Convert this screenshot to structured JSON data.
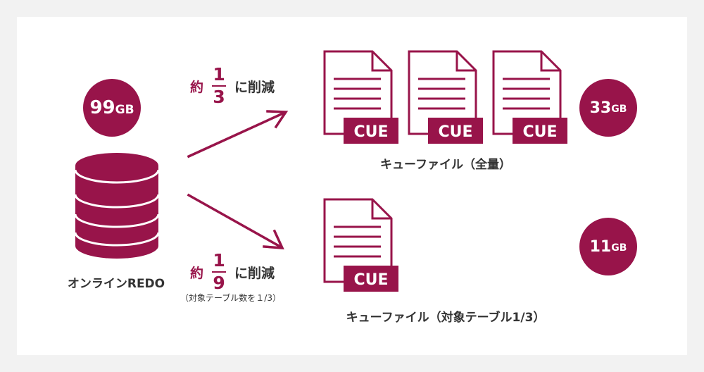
{
  "colors": {
    "accent": "#98144a",
    "background": "#f2f2f2"
  },
  "source": {
    "size_number": "99",
    "size_unit": "GB",
    "label": "オンラインREDO",
    "icon": "database-icon"
  },
  "reductions": [
    {
      "prefix": "約",
      "numerator": "1",
      "denominator": "3",
      "suffix": "に削減",
      "note": ""
    },
    {
      "prefix": "約",
      "numerator": "1",
      "denominator": "9",
      "suffix": "に削減",
      "note": "（対象テーブル数を１/3）"
    }
  ],
  "outputs": [
    {
      "label": "キューファイル（全量）",
      "size_number": "33",
      "size_unit": "GB",
      "file_badge": "CUE",
      "file_count": 3
    },
    {
      "label": "キューファイル（対象テーブル1/3）",
      "size_number": "11",
      "size_unit": "GB",
      "file_badge": "CUE",
      "file_count": 1
    }
  ]
}
